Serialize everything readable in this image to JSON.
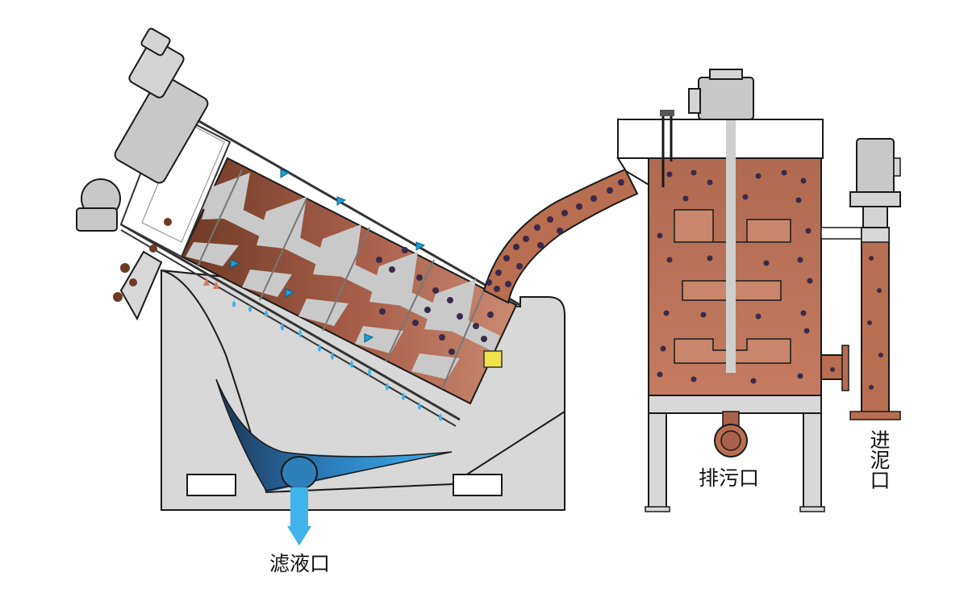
{
  "labels": {
    "filtrate_outlet": "滤液口",
    "sewage_outlet": "排污口",
    "sludge_inlet": "进泥口"
  },
  "colors": {
    "machine_gray": "#d9d9d9",
    "motor_gray": "#c8c8c8",
    "outline": "#1a1a1a",
    "sludge": "#b86e50",
    "sludge_dark": "#6e3a24",
    "water_blue": "#3fb3ea",
    "tank_water": "#2f7fb8",
    "particle": "#3a2a4a",
    "indicator": "#1a9fd8"
  },
  "icons": {
    "motor": "gear-motor-icon",
    "drain": "water-drop-icon",
    "flow": "flow-arrow-icon"
  }
}
